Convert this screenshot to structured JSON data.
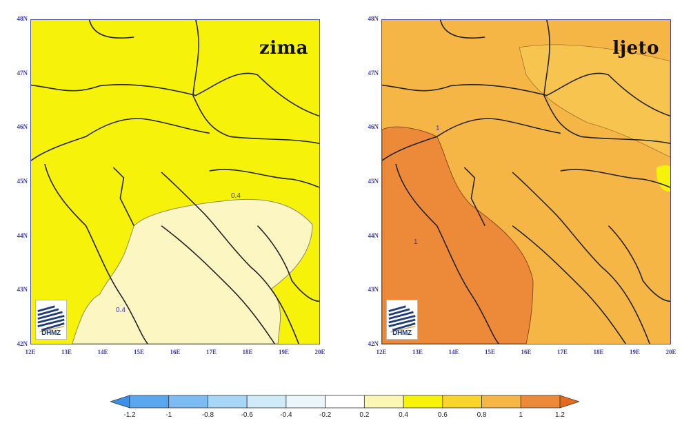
{
  "panels": [
    {
      "title": "zima",
      "contour_labels": [
        "0.4",
        "0.4"
      ],
      "fill_main": "#f7f20a",
      "fill_low": "#fbf6c2"
    },
    {
      "title": "ljeto",
      "contour_labels": [
        "1",
        "1"
      ],
      "fill_main": "#f6b646",
      "fill_high": "#ec8a3a",
      "fill_low": "#f7f20a"
    }
  ],
  "axes": {
    "lat_labels": [
      "48N",
      "47N",
      "46N",
      "45N",
      "44N",
      "43N",
      "42N"
    ],
    "lon_labels": [
      "12E",
      "13E",
      "14E",
      "15E",
      "16E",
      "17E",
      "18E",
      "19E",
      "20E"
    ]
  },
  "logo": {
    "text": "DHMZ",
    "icon": "dhmz-logo-icon"
  },
  "colorbar": {
    "labels": [
      "-1.2",
      "-1",
      "-0.8",
      "-0.6",
      "-0.4",
      "-0.2",
      "0.2",
      "0.4",
      "0.6",
      "0.8",
      "1",
      "1.2"
    ],
    "colors": [
      "#3a8fe8",
      "#5aa6f0",
      "#7cbcf2",
      "#a8d6f6",
      "#cfeaf8",
      "#eaf6fa",
      "#ffffff",
      "#fbf6b4",
      "#f7f20a",
      "#f9d42a",
      "#f6b646",
      "#ec8a3a",
      "#e46a1e"
    ]
  }
}
